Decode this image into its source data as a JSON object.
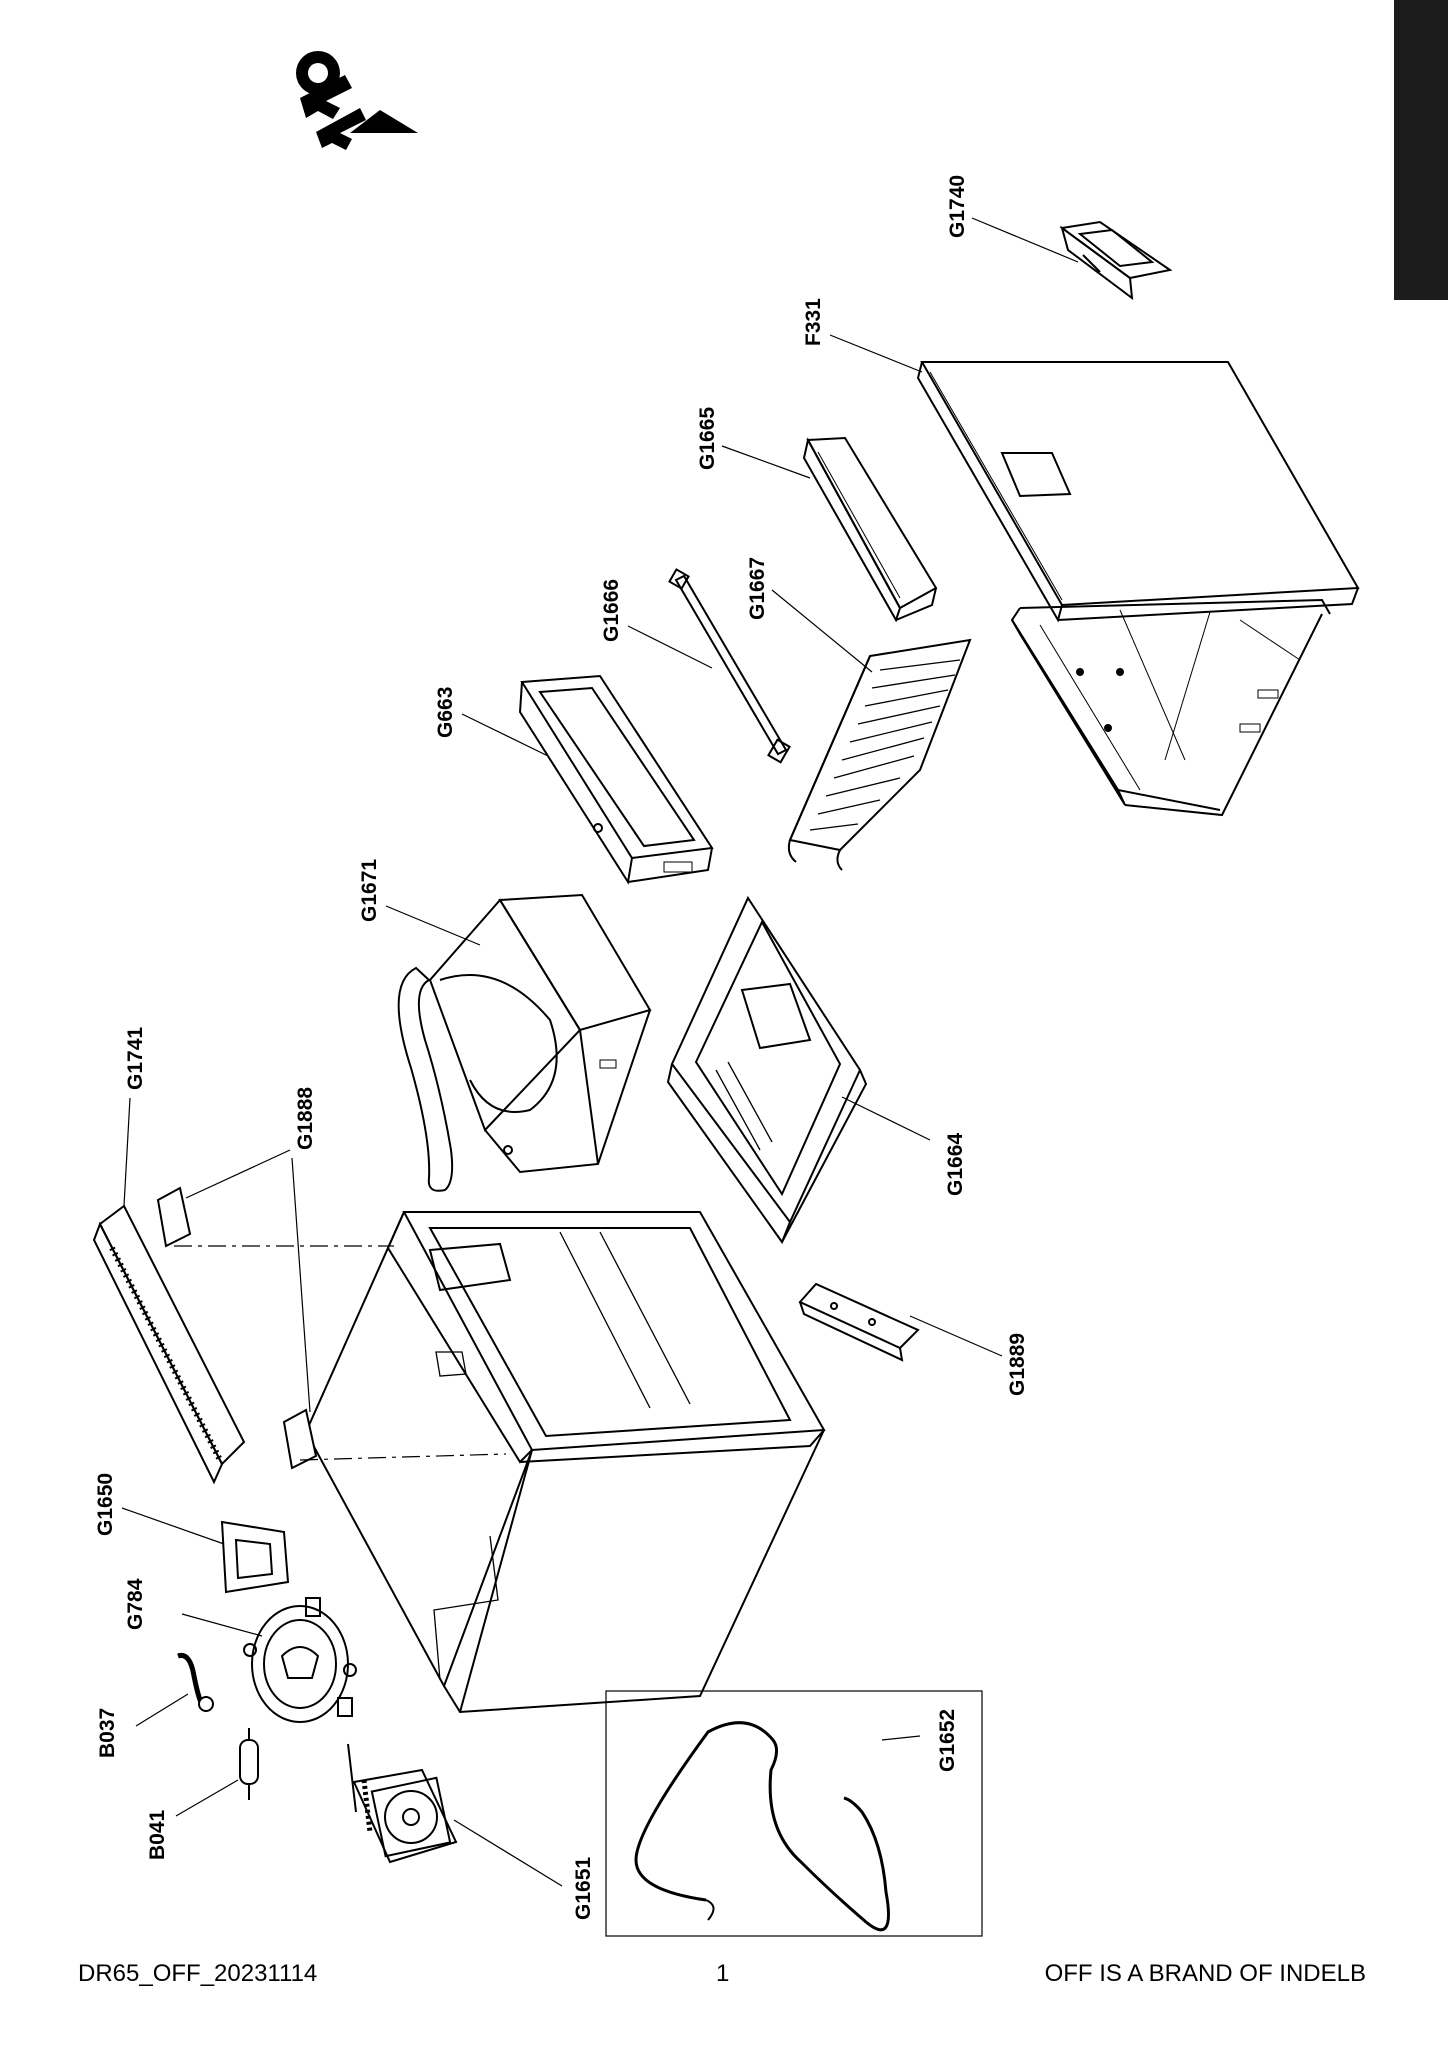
{
  "document": {
    "brand_logo_text": "OFF",
    "footer": {
      "doc_code": "DR65_OFF_20231114",
      "page_number": "1",
      "brand_note": "OFF IS A BRAND OF INDELB"
    }
  },
  "parts": {
    "G1740": "G1740",
    "F331": "F331",
    "G1665": "G1665",
    "G1666": "G1666",
    "G1667": "G1667",
    "G663": "G663",
    "G1671": "G1671",
    "G1741": "G1741",
    "G1888": "G1888",
    "G1664": "G1664",
    "G1889": "G1889",
    "G1650": "G1650",
    "G784": "G784",
    "B037": "B037",
    "B041": "B041",
    "G1651": "G1651",
    "G1652": "G1652"
  }
}
